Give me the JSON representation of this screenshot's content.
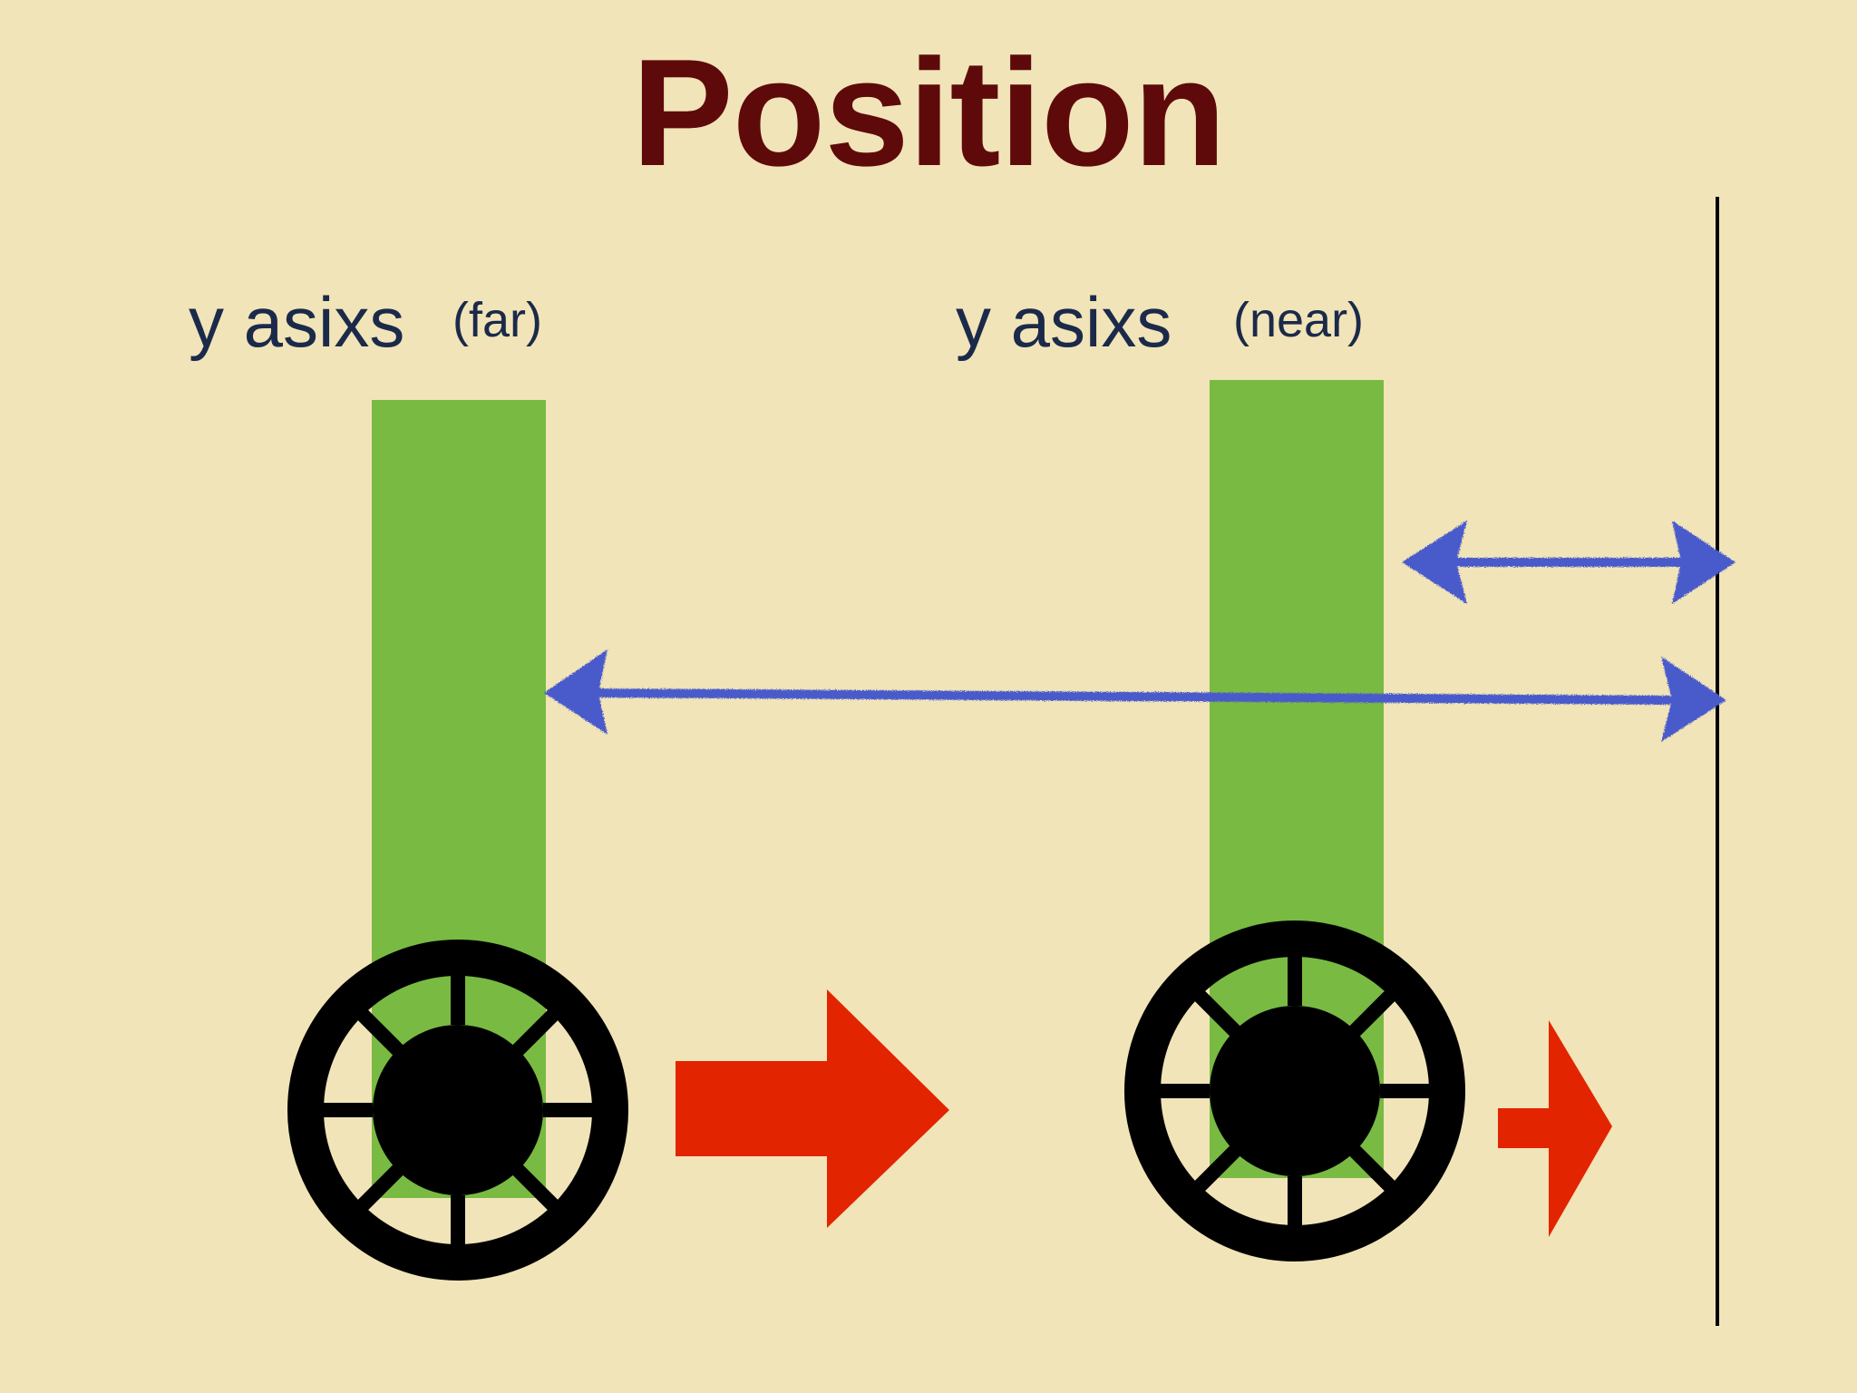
{
  "slide": {
    "title": "Position",
    "background": "#F1E4B8"
  },
  "labels": {
    "far": {
      "text": "y asixs",
      "qualifier": "(far)"
    },
    "near": {
      "text": "y asixs",
      "qualifier": "(near)"
    }
  },
  "colors": {
    "title": "#5E0A0A",
    "label": "#1B2A4A",
    "bar": "#79BA43",
    "arrow_motion": "#E32400",
    "distance_arrow": "#4A5ACB",
    "wheel": "#000000",
    "reference_line": "#000000"
  },
  "icons": {
    "wheel": "wheel-icon",
    "motion_arrow": "arrow-right-icon",
    "distance_arrow": "double-arrow-icon"
  }
}
